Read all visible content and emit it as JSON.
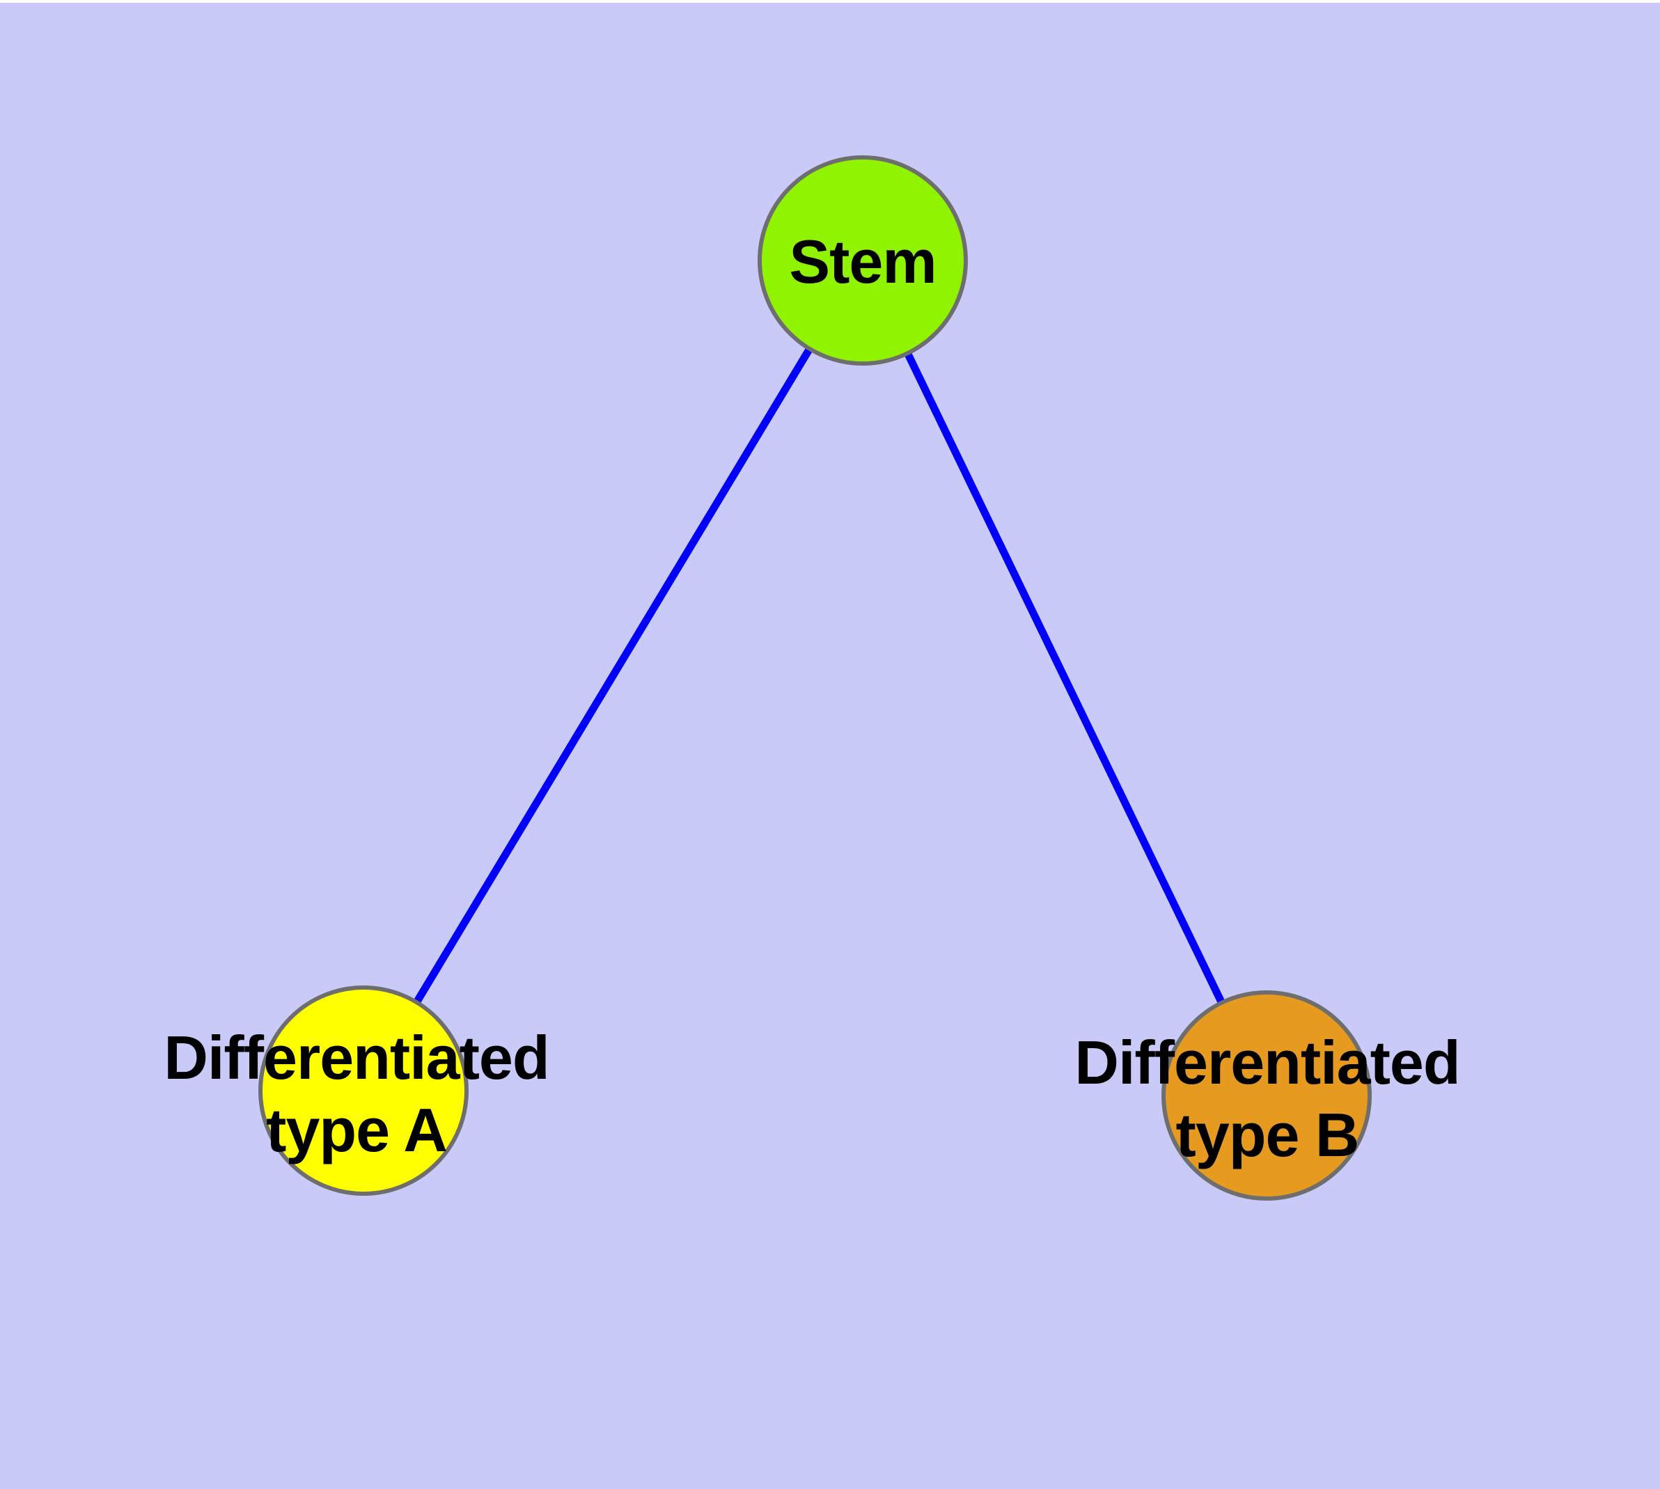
{
  "diagram": {
    "background_color": "#CACAF8",
    "edge_color": "#0000FA",
    "node_border_color": "#6E6E6E",
    "label_color": "#000000",
    "nodes": [
      {
        "id": "stem",
        "label": "Stem",
        "fill": "#90F400",
        "shape": "circle"
      },
      {
        "id": "type-a",
        "label": "Differentiated\ntype A",
        "fill": "#FFFF00",
        "shape": "circle"
      },
      {
        "id": "type-b",
        "label": "Differentiated\ntype B",
        "fill": "#E69A1F",
        "shape": "circle"
      }
    ],
    "edges": [
      {
        "from": "stem",
        "to": "type-a"
      },
      {
        "from": "stem",
        "to": "type-b"
      }
    ]
  }
}
